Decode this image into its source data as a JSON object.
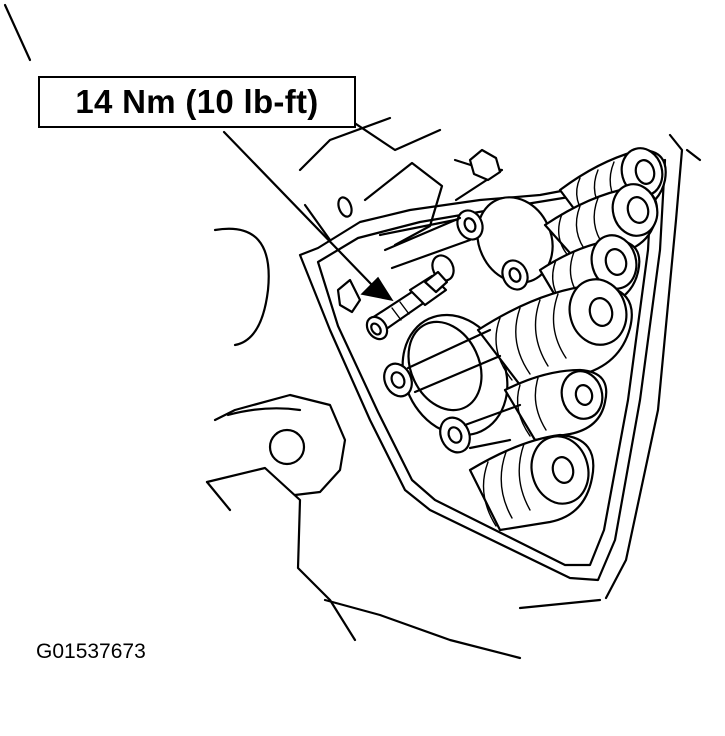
{
  "diagram": {
    "callout_label": "14 Nm (10 lb-ft)",
    "figure_id": "G01537673"
  },
  "colors": {
    "ink": "#000000",
    "paper": "#ffffff"
  },
  "parts": [
    "transmission-case-outline",
    "valve-body",
    "solenoid-pack",
    "bolt",
    "leader-arrow"
  ]
}
